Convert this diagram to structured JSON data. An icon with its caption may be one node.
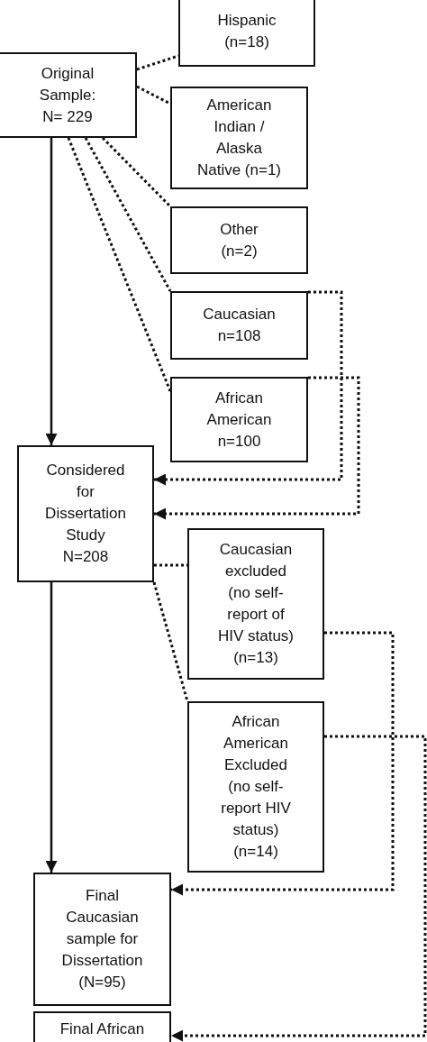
{
  "diagram": {
    "nodes": [
      {
        "text": [
          "Original Sample: N= 229"
        ]
      },
      {
        "text": [
          "Hispanic (n=18)"
        ]
      },
      {
        "text": [
          "American Indian / Alaska Native (n=1)"
        ]
      },
      {
        "text": [
          "Other (n=2)"
        ]
      },
      {
        "text": [
          "Caucasian n=108"
        ]
      },
      {
        "text": [
          "African American n=100"
        ]
      },
      {
        "text": [
          "Considered for Dissertation Study N=208"
        ]
      },
      {
        "text": [
          "Caucasian excluded (no self-report of HIV status) (n=13)"
        ]
      },
      {
        "text": [
          "African American Excluded (no self-report HIV status) (n=14)"
        ]
      },
      {
        "text": [
          "Final Caucasian sample for Dissertation (N=95)"
        ]
      },
      {
        "text": [
          "Final African"
        ]
      }
    ],
    "edges": [
      {
        "from": 0,
        "to": 1,
        "arrow": "none",
        "style": "dashed"
      },
      {
        "from": 0,
        "to": 2,
        "arrow": "none",
        "style": "dashed"
      },
      {
        "from": 0,
        "to": 3,
        "arrow": "none",
        "style": "dashed"
      },
      {
        "from": 0,
        "to": 4,
        "arrow": "none",
        "style": "dashed"
      },
      {
        "from": 0,
        "to": 5,
        "arrow": "none",
        "style": "dashed"
      },
      {
        "from": 0,
        "to": 6,
        "arrow": "to"
      },
      {
        "from": 4,
        "to": 6,
        "arrow": "to",
        "style": "dashed"
      },
      {
        "from": 5,
        "to": 6,
        "arrow": "to",
        "style": "dashed"
      },
      {
        "from": 6,
        "to": 7,
        "arrow": "none",
        "style": "dashed"
      },
      {
        "from": 6,
        "to": 8,
        "arrow": "none",
        "style": "dashed"
      },
      {
        "from": 6,
        "to": 9,
        "arrow": "to"
      },
      {
        "from": 7,
        "to": 9,
        "arrow": "to",
        "style": "dashed"
      },
      {
        "from": 8,
        "to": 10,
        "arrow": "to",
        "style": "dashed"
      }
    ]
  }
}
